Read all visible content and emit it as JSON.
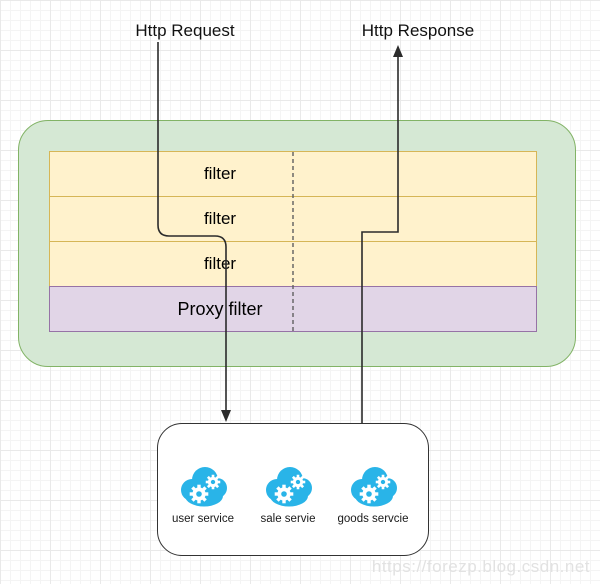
{
  "flow": {
    "request_label": "Http Request",
    "response_label": "Http Response"
  },
  "gateway": {
    "filters": [
      {
        "label": "filter"
      },
      {
        "label": "filter"
      },
      {
        "label": "filter"
      }
    ],
    "proxy_filter_label": "Proxy filter"
  },
  "services": {
    "items": [
      {
        "label": "user service",
        "icon": "cloud-gears-icon"
      },
      {
        "label": "sale servie",
        "icon": "cloud-gears-icon"
      },
      {
        "label": "goods servcie",
        "icon": "cloud-gears-icon"
      }
    ]
  },
  "page": {
    "watermark": "https://forezp.blog.csdn.net"
  },
  "colors": {
    "gateway_fill": "#d5e8d4",
    "gateway_border": "#82b366",
    "filter_fill": "#fff2cc",
    "filter_border": "#d6b656",
    "proxy_fill": "#e1d5e7",
    "proxy_border": "#9673a6",
    "cloud_blue": "#29b4e8",
    "arrow": "#2b2b2b",
    "grid_minor": "#f4f4f4",
    "grid_major": "#e9e9e9"
  }
}
